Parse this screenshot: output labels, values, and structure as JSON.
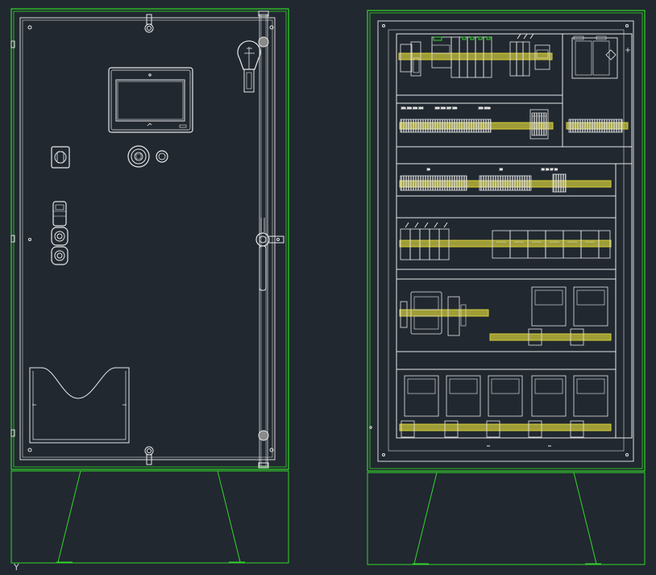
{
  "canvas": {
    "background": "#212830"
  },
  "colors": {
    "outline": "#32d62a",
    "part": "#e8e8e8",
    "wire": "#b7b7b7",
    "rail": "#d6cf3a",
    "knob": "#8a8a8a"
  },
  "door_view": {
    "components": [
      {
        "id": "hmi-panel",
        "icon": "touchscreen"
      },
      {
        "id": "main-disconnect",
        "icon": "rotary-handle"
      },
      {
        "id": "emergency-stop",
        "icon": "mushroom-button"
      },
      {
        "id": "indicator-lamp",
        "icon": "pilot-light"
      },
      {
        "id": "selector-switch",
        "icon": "selector"
      },
      {
        "id": "push-button-stack",
        "icon": "pushbutton"
      },
      {
        "id": "door-handle",
        "icon": "swing-handle"
      },
      {
        "id": "document-pocket",
        "icon": "pocket"
      }
    ]
  },
  "interior_view": {
    "rows": [
      {
        "id": "power-supply-row",
        "items": 14
      },
      {
        "id": "terminal-row-1",
        "items": 1
      },
      {
        "id": "terminal-row-2",
        "items": 3
      },
      {
        "id": "breaker-row",
        "items": 10
      },
      {
        "id": "plc-row",
        "items": 5
      },
      {
        "id": "drive-row",
        "items": 5
      }
    ]
  },
  "ucs_label": "Y"
}
